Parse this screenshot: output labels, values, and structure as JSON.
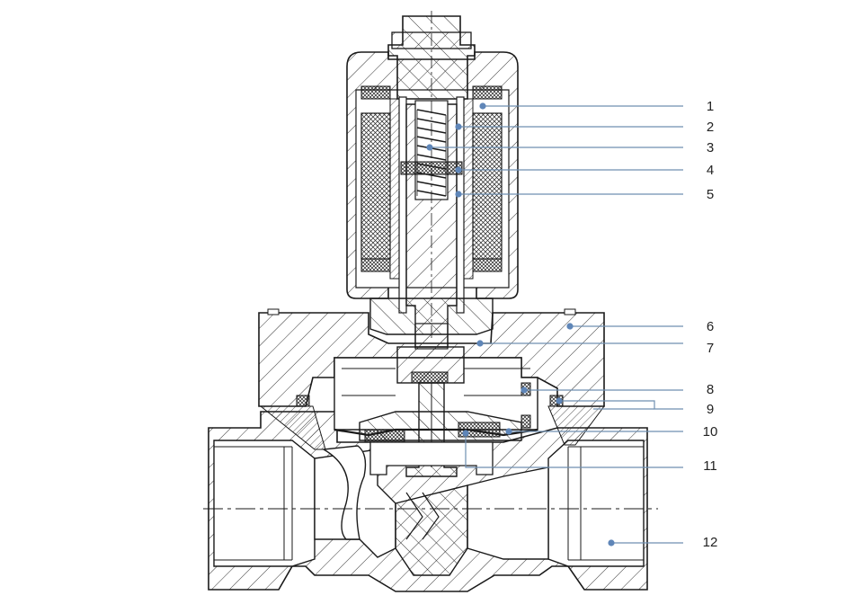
{
  "diagram": {
    "callouts": [
      {
        "id": "1",
        "label": "1"
      },
      {
        "id": "2",
        "label": "2"
      },
      {
        "id": "3",
        "label": "3"
      },
      {
        "id": "4",
        "label": "4"
      },
      {
        "id": "5",
        "label": "5"
      },
      {
        "id": "6",
        "label": "6"
      },
      {
        "id": "7",
        "label": "7"
      },
      {
        "id": "8",
        "label": "8"
      },
      {
        "id": "9",
        "label": "9"
      },
      {
        "id": "10",
        "label": "10"
      },
      {
        "id": "11",
        "label": "11"
      },
      {
        "id": "12",
        "label": "12"
      }
    ],
    "colors": {
      "outline": "#1a1a1a",
      "hatch": "#333333",
      "leader": "#6f8fb0",
      "dot": "#5f86b8",
      "label": "#222222"
    }
  }
}
